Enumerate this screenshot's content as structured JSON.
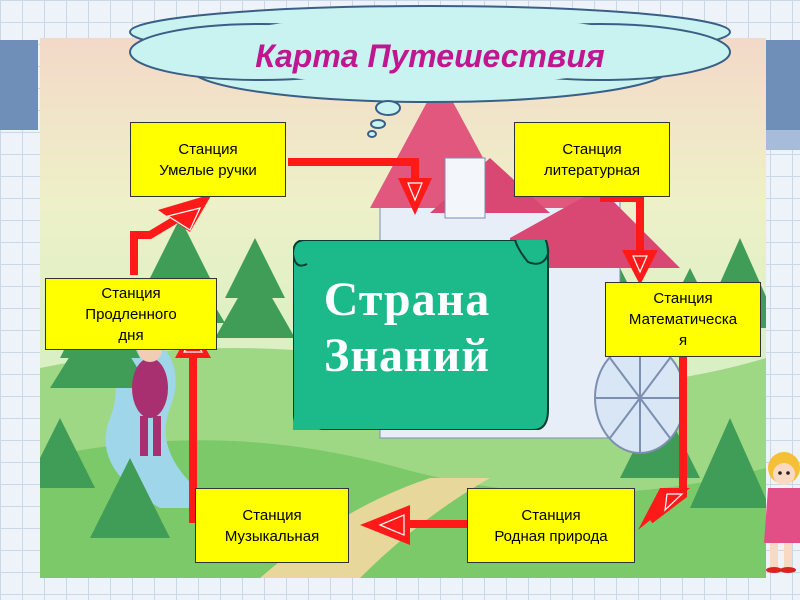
{
  "title": "Карта Путешествия",
  "center_label": {
    "line1": "Страна",
    "line2": "Знаний"
  },
  "stations": {
    "hands": "Станция\nУмелые ручки",
    "literature": "Станция\nлитературная",
    "math": "Станция\nМатематическа\nя",
    "nature": "Станция\nРодная природа",
    "music": "Станция\nМузыкальная",
    "extended": "Станция\nПродленного\nдня"
  },
  "colors": {
    "station_fill": "#ffff00",
    "arrow": "#ff0000",
    "scroll": "#1cb98a",
    "title": "#c0168f",
    "cloud": "#c9f3f0"
  }
}
